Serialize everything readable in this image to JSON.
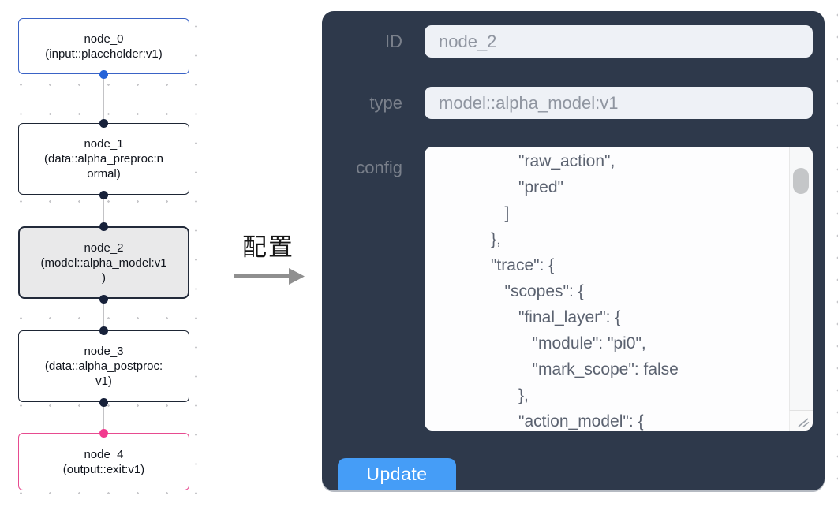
{
  "canvas": {
    "nodes": [
      {
        "id": "node_0",
        "title": "node_0",
        "type_label": "(input::placeholder:v1)",
        "accent": "blue",
        "selected": false
      },
      {
        "id": "node_1",
        "title": "node_1",
        "type_label": "(data::alpha_preproc:n\normal)",
        "accent": "default",
        "selected": false
      },
      {
        "id": "node_2",
        "title": "node_2",
        "type_label": "(model::alpha_model:v1\n)",
        "accent": "default",
        "selected": true
      },
      {
        "id": "node_3",
        "title": "node_3",
        "type_label": "(data::alpha_postproc:\nv1)",
        "accent": "default",
        "selected": false
      },
      {
        "id": "node_4",
        "title": "node_4",
        "type_label": "(output::exit:v1)",
        "accent": "pink",
        "selected": false
      }
    ],
    "port_colors": {
      "input_source": "#2563d8",
      "default": "#17213a",
      "output_sink": "#f23a8f"
    }
  },
  "annotation": {
    "label": "配置",
    "arrow_icon": "arrow-right-icon"
  },
  "panel": {
    "fields": [
      {
        "label": "ID",
        "value": "node_2"
      },
      {
        "label": "type",
        "value": "model::alpha_model:v1"
      }
    ],
    "config_label": "config",
    "config_text": "                  \"raw_action\",\n                  \"pred\"\n               ]\n            },\n            \"trace\": {\n               \"scopes\": {\n                  \"final_layer\": {\n                     \"module\": \"pi0\",\n                     \"mark_scope\": false\n                  },\n                  \"action_model\": {",
    "update_label": "Update"
  },
  "colors": {
    "panel_bg": "#2e394b",
    "input_bg": "#eef1f6",
    "accent_button": "#459df7",
    "node_border_default": "#1d2534",
    "node_border_input": "#3a63c6",
    "node_border_output": "#e74b90",
    "node_selected_bg": "#e9e9ea",
    "edge_line": "#c3c3c6"
  }
}
